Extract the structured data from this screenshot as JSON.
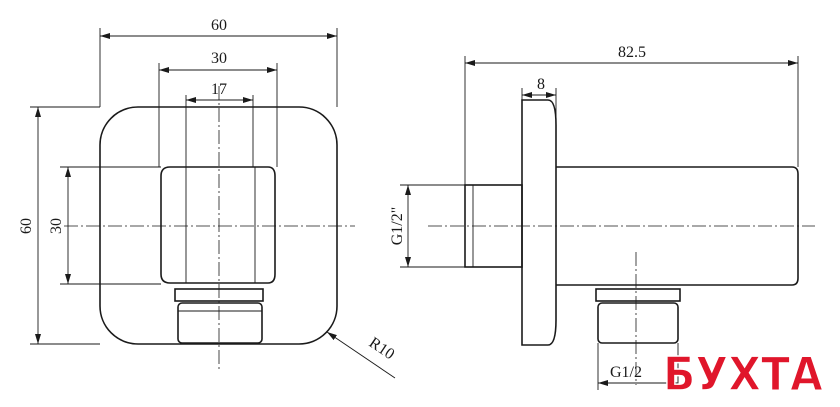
{
  "front_view": {
    "outer_width": "60",
    "inner_width": "30",
    "outlet_width": "17",
    "outer_height": "60",
    "inner_height": "30",
    "corner_radius": "R10"
  },
  "side_view": {
    "total_length": "82.5",
    "flange_thickness": "8",
    "inlet_thread": "G1/2\"",
    "outlet_thread": "G1/2"
  },
  "logo": {
    "text": "БУХТА",
    "color": "#e0162b"
  },
  "colors": {
    "line": "#1a1a1a",
    "background": "#ffffff"
  }
}
